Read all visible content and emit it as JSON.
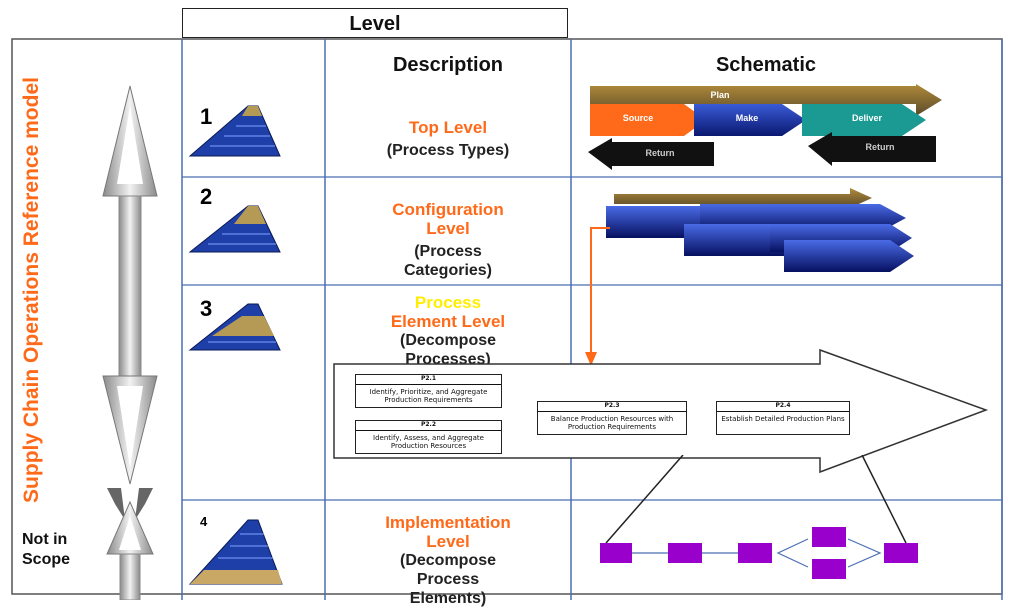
{
  "header": {
    "level": "Level",
    "description": "Description",
    "schematic": "Schematic"
  },
  "side": {
    "title": "Supply Chain Operations Reference model",
    "not_in_scope_line1": "Not in",
    "not_in_scope_line2": "Scope"
  },
  "levels": [
    {
      "num": "1",
      "name_line1": "Top Level",
      "name_line2": "",
      "sub_line1": "(Process Types)",
      "sub_line2": ""
    },
    {
      "num": "2",
      "name_line1": "Configuration",
      "name_line2": "Level",
      "sub_line1": "(Process",
      "sub_line2": "Categories)"
    },
    {
      "num": "3",
      "name_line1": "Process",
      "name_line2": "Element Level",
      "sub_line1": "(Decompose",
      "sub_line2": "Processes)"
    },
    {
      "num": "4",
      "name_line1": "Implementation",
      "name_line2": "Level",
      "sub_line1": "(Decompose",
      "sub_line2": "Process",
      "sub_line3": "Elements)"
    }
  ],
  "schematic1": {
    "plan": "Plan",
    "source": "Source",
    "make": "Make",
    "deliver": "Deliver",
    "return_left": "Return",
    "return_right": "Return"
  },
  "schematic3": [
    {
      "code": "P2.1",
      "text": "Identify, Prioritize, and Aggregate Production Requirements"
    },
    {
      "code": "P2.2",
      "text": "Identify, Assess, and Aggregate Production Resources"
    },
    {
      "code": "P2.3",
      "text": "Balance Production Resources with Production Requirements"
    },
    {
      "code": "P2.4",
      "text": "Establish Detailed Production Plans"
    }
  ],
  "colors": {
    "accent_orange": "#ff6a1a",
    "grid_blue": "#4a6fb5",
    "node_purple": "#9900cc",
    "process_yellow": "#ffee00"
  }
}
